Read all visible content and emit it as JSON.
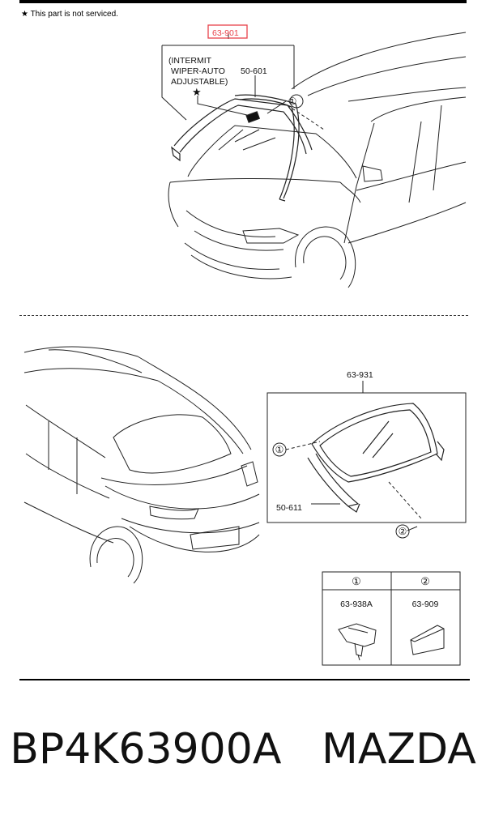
{
  "note": {
    "star": "★",
    "text": "This part is not serviced."
  },
  "front": {
    "assembly_number": "63-901",
    "accent_color": "#e8424a",
    "label_line1": "(INTERMIT",
    "label_line2": "WIPER-AUTO",
    "label_line3": "ADJUSTABLE)",
    "label_star": "★",
    "molding_part": "50-601",
    "callout": "①"
  },
  "rear": {
    "assembly_number": "63-931",
    "molding_part": "50-611",
    "callout_1": "①",
    "callout_2": "②"
  },
  "legend": {
    "headers": [
      "①",
      "②"
    ],
    "parts": [
      "63-938A",
      "63-909"
    ],
    "icons": [
      "clip-icon",
      "spacer-block-icon"
    ]
  },
  "caption": {
    "part_number": "BP4K63900A",
    "brand": "MAZDA"
  }
}
